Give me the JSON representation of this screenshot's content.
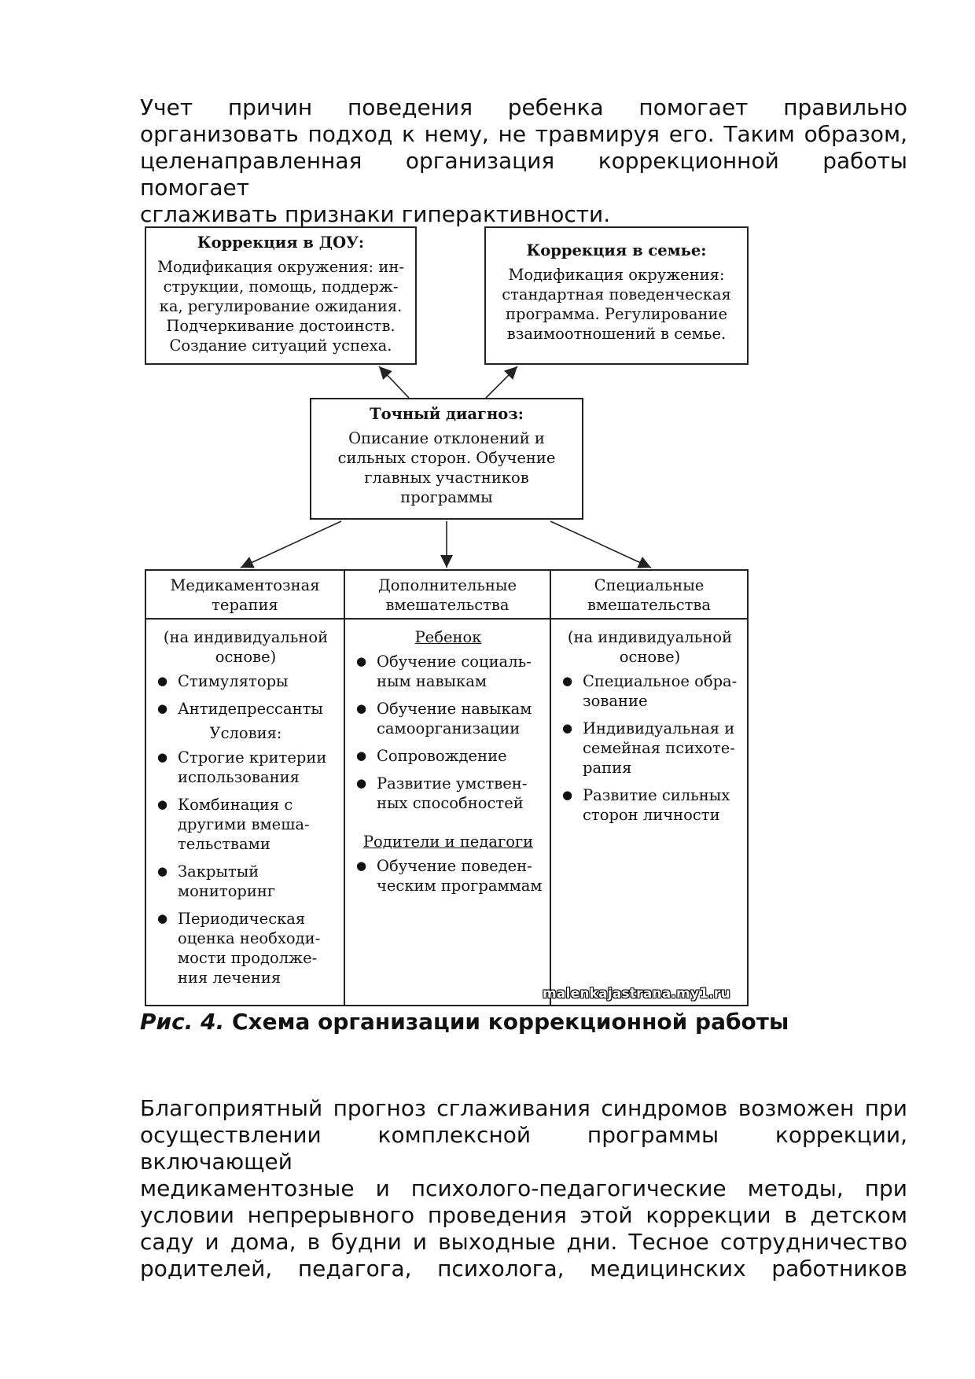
{
  "para1": {
    "lines": [
      "Учет причин поведения ребенка помогает правильно",
      "организовать подход к нему, не травмируя его. Таким образом,",
      "целенаправленная организация коррекционной работы помогает",
      "сглаживать признаки гиперактивности."
    ]
  },
  "diagram": {
    "dou": {
      "head": "Коррекция в ДОУ",
      "body": [
        "Модификация окружения: ин-",
        "струкции, помощь, поддерж-",
        "ка, регулирование ожидания.",
        "Подчеркивание достоинств.",
        "Создание ситуаций успеха."
      ]
    },
    "family": {
      "head": "Коррекция в семье",
      "body": [
        "Модификация окружения:",
        "стандартная поведенческая",
        "программа. Регулирование",
        "взаимоотношений в семье."
      ]
    },
    "diag": {
      "head": "Точный диагноз",
      "body": [
        "Описание отклонений и",
        "сильных сторон. Обучение",
        "главных участников",
        "программы"
      ]
    },
    "col1": {
      "head": [
        "Медикаментозная",
        "терапия"
      ],
      "basis": [
        "(на индивидуальной",
        "основе)"
      ],
      "items1": [
        "Стимуляторы",
        "Антидепрессанты"
      ],
      "conditions": "Условия:",
      "items2": [
        [
          "Строгие критерии",
          "использования"
        ],
        [
          "Комбинация с",
          "другими вмеша-",
          "тельствами"
        ],
        [
          "Закрытый",
          "мониторинг"
        ],
        [
          "Периодическая",
          "оценка необходи-",
          "мости продолже-",
          "ния лечения"
        ]
      ]
    },
    "col2": {
      "head": [
        "Дополнительные",
        "вмешательства"
      ],
      "sub1": "Ребенок",
      "items1": [
        [
          "Обучение социаль-",
          "ным навыкам"
        ],
        [
          "Обучение навыкам",
          "самоорганизации"
        ],
        [
          "Сопровождение"
        ],
        [
          "Развитие умствен-",
          "ных способностей"
        ]
      ],
      "sub2": "Родители и педагоги",
      "items2": [
        [
          "Обучение поведен-",
          "ческим программам"
        ]
      ]
    },
    "col3": {
      "head": [
        "Специальные",
        "вмешательства"
      ],
      "basis": [
        "(на индивидуальной",
        "основе)"
      ],
      "items": [
        [
          "Специальное обра-",
          "зование"
        ],
        [
          "Индивидуальная и",
          "семейная психоте-",
          "рапия"
        ],
        [
          "Развитие сильных",
          "сторон личности"
        ]
      ]
    }
  },
  "watermark": "malenkajastrana.my1.ru",
  "caption": {
    "num": "Рис. 4.",
    "text": "Схема организации коррекционной работы"
  },
  "para2": {
    "lines": [
      "Благоприятный прогноз сглаживания синдромов возможен при",
      "осуществлении комплексной программы коррекции, включающей",
      "медикаментозные и психолого-педагогические методы, при",
      "условии непрерывного проведения этой коррекции в детском",
      "саду и дома, в будни и выходные дни. Тесное сотрудничество",
      "родителей, педагога, психолога, медицинских работников"
    ]
  }
}
